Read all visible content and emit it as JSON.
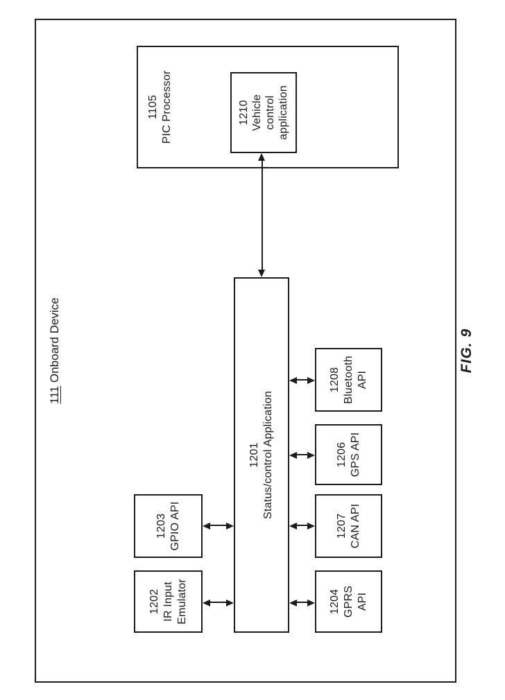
{
  "figure_label": "FIG. 9",
  "colors": {
    "ink": "#1c1c1c",
    "background": "#ffffff"
  },
  "device": {
    "ref": "111",
    "name": "Onboard Device"
  },
  "blocks": {
    "pic_processor": {
      "ref": "1105",
      "name": "PIC Processor"
    },
    "vehicle_control": {
      "ref": "1210",
      "lines": [
        "Vehicle",
        "control",
        "application"
      ]
    },
    "status_control": {
      "ref": "1201",
      "name": "Status/control Application"
    },
    "ir_input": {
      "ref": "1202",
      "lines": [
        "IR Input",
        "Emulator"
      ]
    },
    "gpio": {
      "ref": "1203",
      "name": "GPIO API"
    },
    "gprs": {
      "ref": "1204",
      "lines": [
        "GPRS",
        "API"
      ]
    },
    "can": {
      "ref": "1207",
      "name": "CAN API"
    },
    "gps": {
      "ref": "1206",
      "name": "GPS API"
    },
    "bluetooth": {
      "ref": "1208",
      "lines": [
        "Bluetooth",
        "API"
      ]
    }
  },
  "connections": [
    {
      "from": "1202",
      "to": "1201",
      "type": "bidirectional"
    },
    {
      "from": "1203",
      "to": "1201",
      "type": "bidirectional"
    },
    {
      "from": "1204",
      "to": "1201",
      "type": "bidirectional"
    },
    {
      "from": "1207",
      "to": "1201",
      "type": "bidirectional"
    },
    {
      "from": "1206",
      "to": "1201",
      "type": "bidirectional"
    },
    {
      "from": "1208",
      "to": "1201",
      "type": "bidirectional"
    },
    {
      "from": "1201",
      "to": "1210",
      "type": "bidirectional"
    }
  ],
  "orientation_note": "text rotated 90 degrees (landscape figure on portrait sheet)"
}
